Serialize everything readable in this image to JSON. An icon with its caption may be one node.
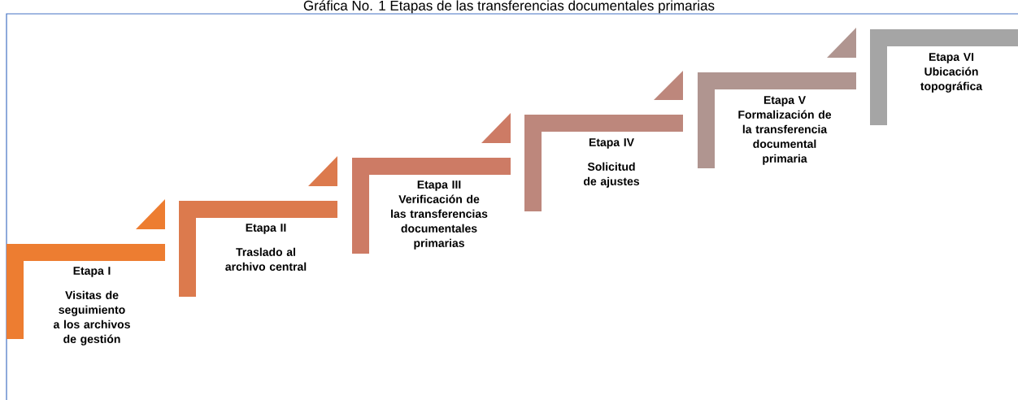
{
  "diagram": {
    "title": "Gráfica No. 1 Etapas de las transferencias documentales primarias",
    "nodes": [
      {
        "text": [
          "Etapa I",
          "Visitas de seguimiento a los archivos de gestión"
        ]
      },
      {
        "text": [
          "Etapa II",
          "Traslado al archivo central"
        ]
      },
      {
        "text": [
          "Etapa III",
          "Verificación de las transferencias documentales primarias"
        ]
      },
      {
        "text": [
          "Etapa IV",
          "Solicitud de ajustes"
        ]
      },
      {
        "text": [
          "Etapa V",
          "Formalización de la transferencia documental primaria"
        ]
      },
      {
        "text": [
          "Etapa VI",
          "Ubicación topográfica"
        ]
      }
    ]
  }
}
